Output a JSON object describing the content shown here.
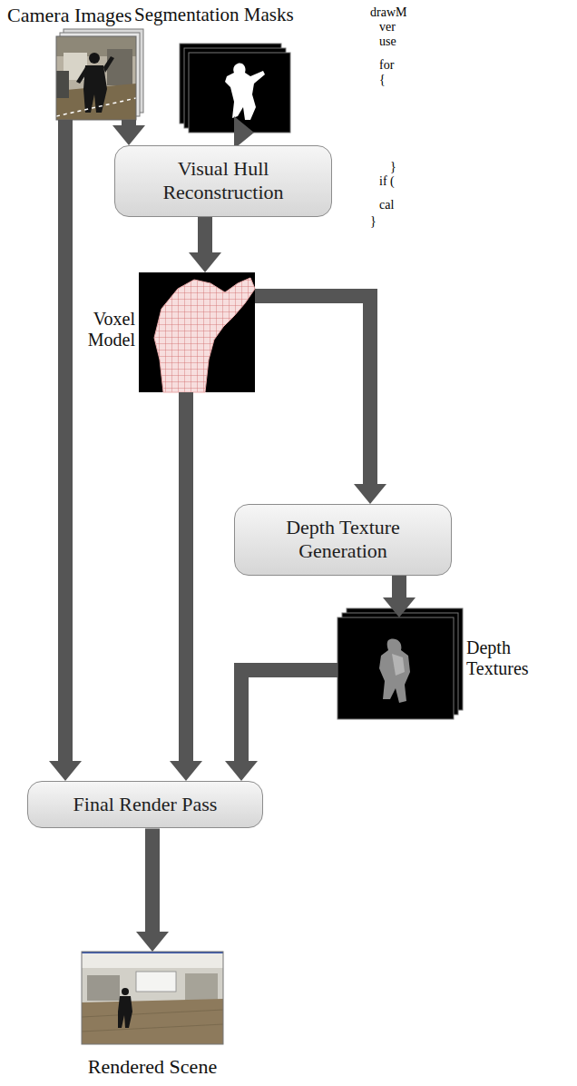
{
  "diagram": {
    "nodes": [
      {
        "text": [
          "Camera Images"
        ]
      },
      {
        "text": [
          "Segmentation Masks"
        ]
      },
      {
        "text": [
          "Visual Hull Reconstruction"
        ]
      },
      {
        "text": [
          "Voxel Model"
        ]
      },
      {
        "text": [
          "Depth Texture Generation"
        ]
      },
      {
        "text": [
          "Depth Textures"
        ]
      },
      {
        "text": [
          "Final Render Pass"
        ]
      },
      {
        "text": [
          "Rendered Scene"
        ]
      }
    ],
    "edges": [
      {
        "from": 0,
        "to": 2,
        "arrow": "to"
      },
      {
        "from": 1,
        "to": 2,
        "arrow": "to"
      },
      {
        "from": 2,
        "to": 3,
        "arrow": "to"
      },
      {
        "from": 3,
        "to": 4,
        "arrow": "to"
      },
      {
        "from": 4,
        "to": 5,
        "arrow": "to"
      },
      {
        "from": 0,
        "to": 6,
        "arrow": "to"
      },
      {
        "from": 3,
        "to": 6,
        "arrow": "to"
      },
      {
        "from": 5,
        "to": 6,
        "arrow": "to"
      },
      {
        "from": 6,
        "to": 7,
        "arrow": "to"
      }
    ],
    "labels": [
      "drawM",
      "ver",
      "use",
      "for",
      "{",
      "}",
      "if (",
      "cal",
      "}"
    ]
  }
}
